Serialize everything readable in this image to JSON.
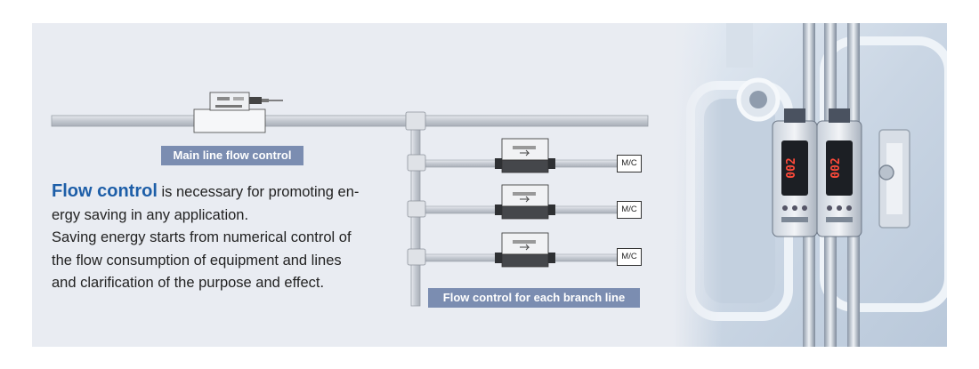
{
  "labels": {
    "main_line": "Main line flow control",
    "branch_line": "Flow control for each branch line",
    "machine": "M/C"
  },
  "description": {
    "highlight": "Flow control",
    "line1_rest": " is necessary for promoting en-",
    "line2": "ergy saving in any application.",
    "line3": "Saving energy starts from numerical control of",
    "line4": "the flow consumption of equipment and lines",
    "line5": "and clarification of the purpose and effect."
  },
  "photo_display": {
    "value_1": "002",
    "value_2": "002"
  },
  "colors": {
    "panel": "#e9ecf2",
    "pipe": "#c7ccd3",
    "label_box": "#7b8db1",
    "highlight_text": "#1d5ea8",
    "display_red": "#ff4a3a"
  }
}
